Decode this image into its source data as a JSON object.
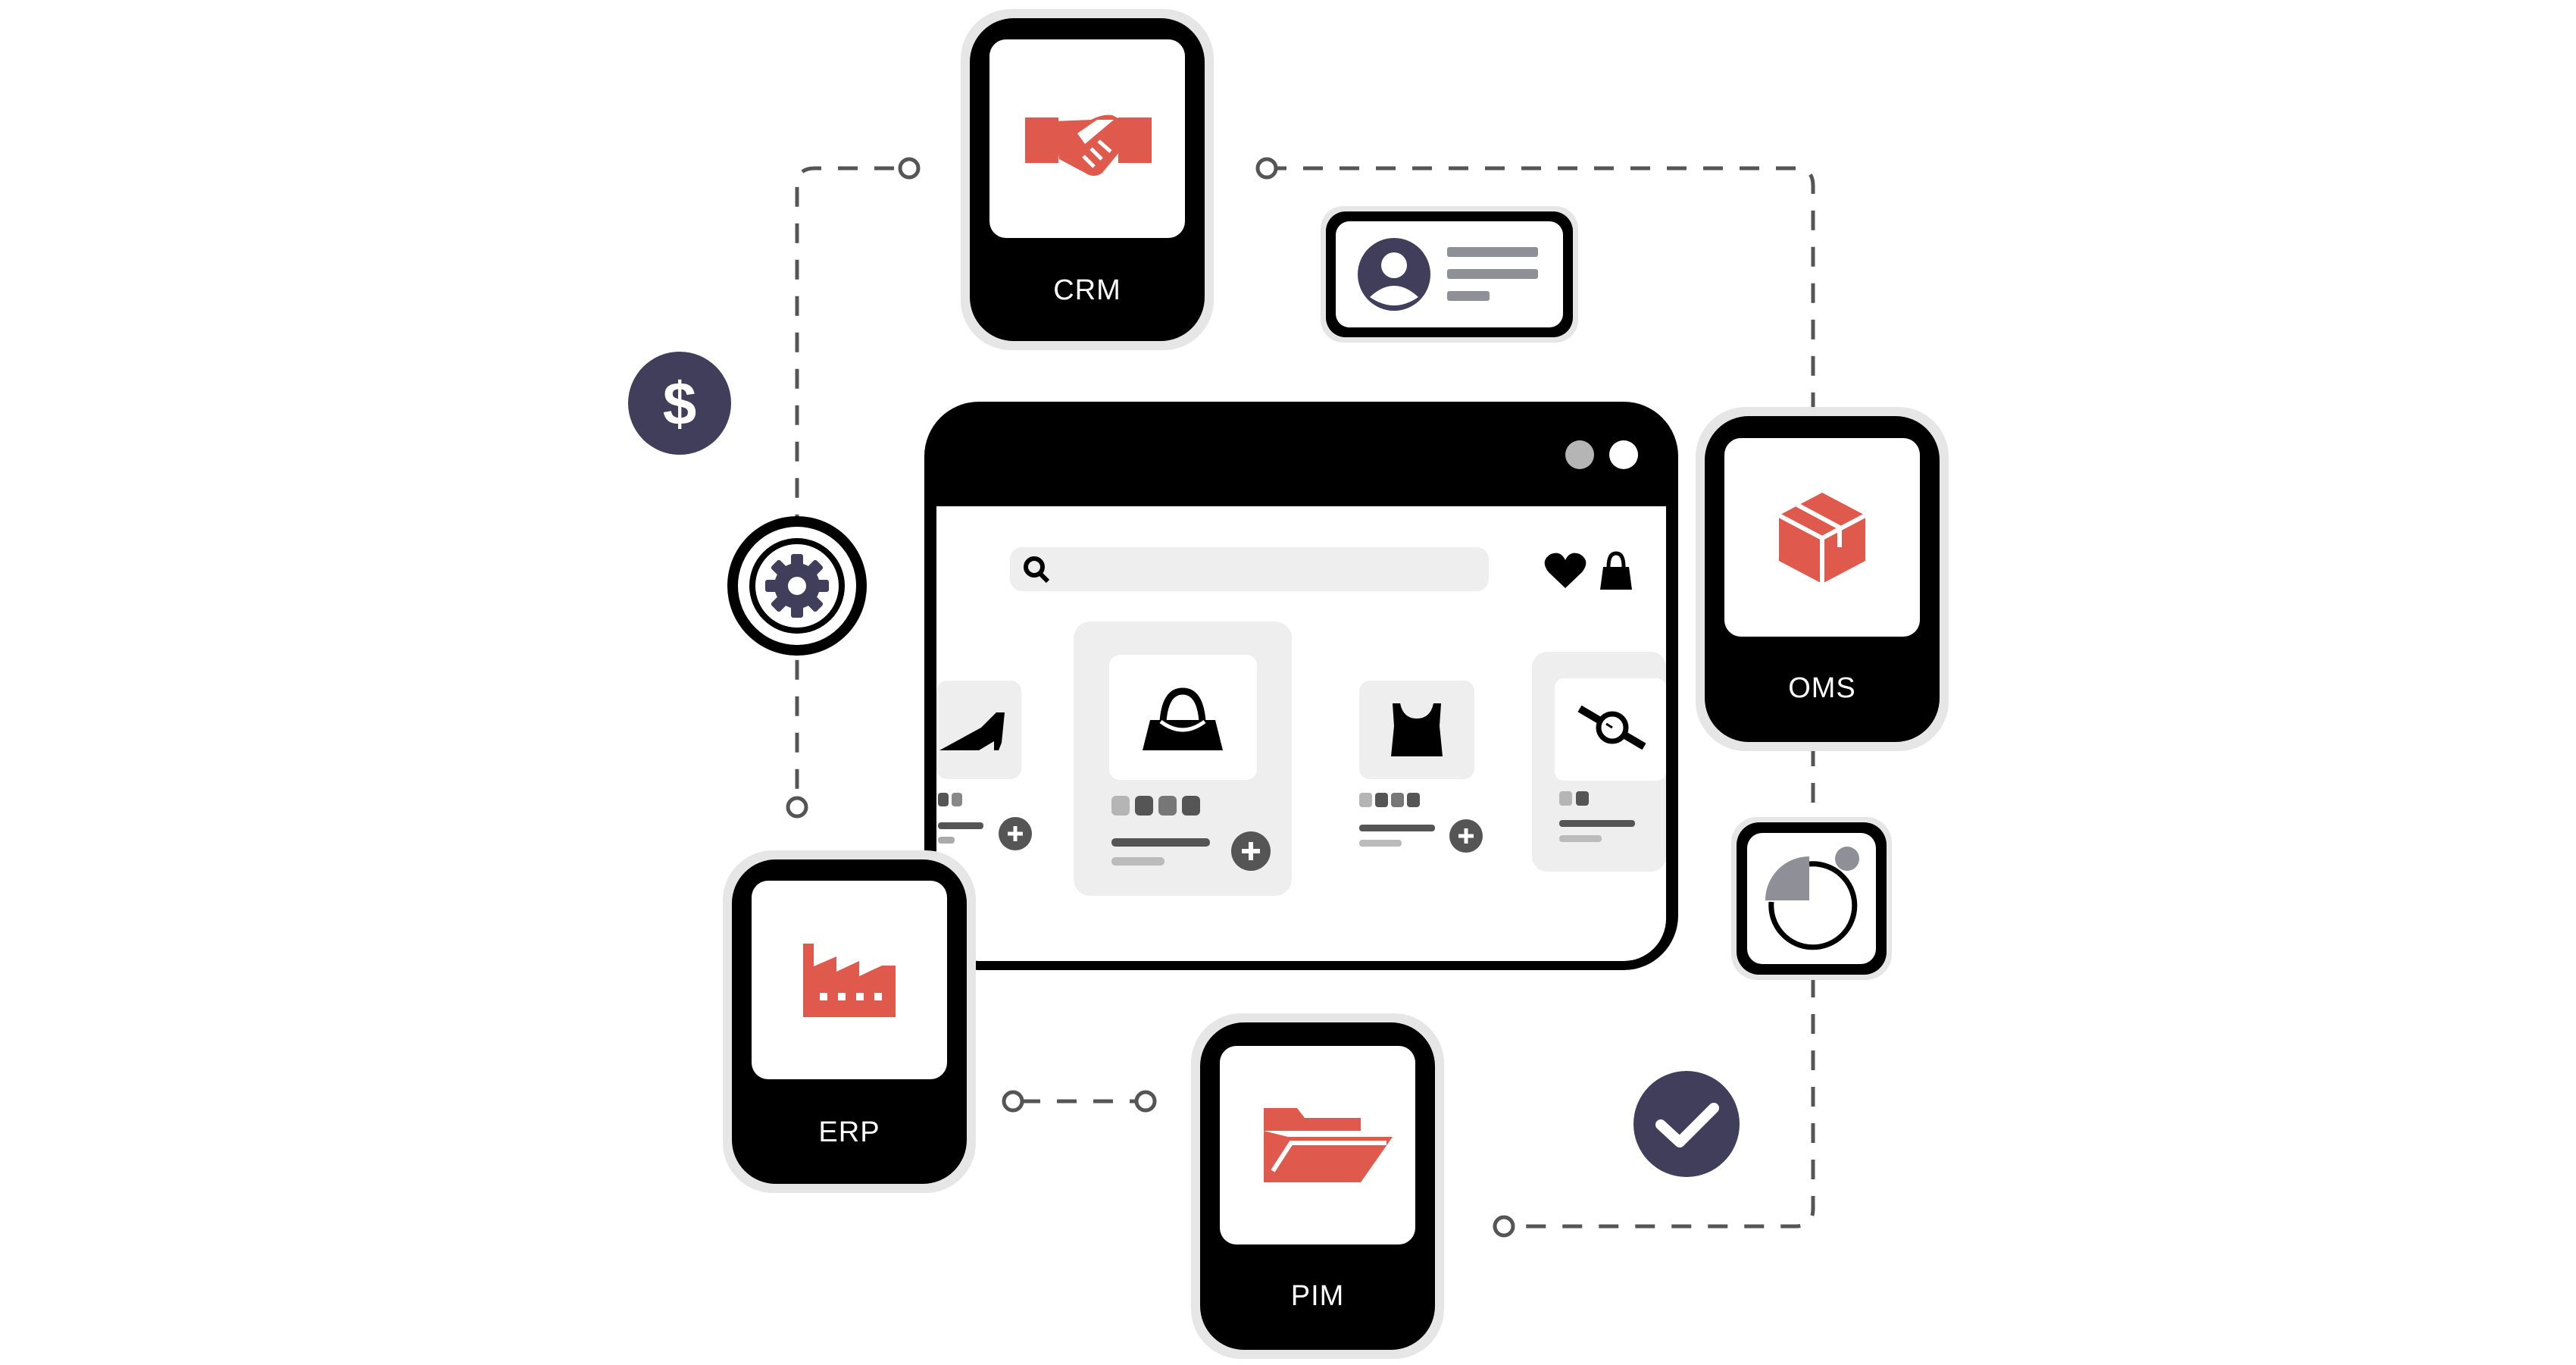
{
  "systems": {
    "crm": {
      "label": "CRM",
      "icon": "handshake-icon"
    },
    "oms": {
      "label": "OMS",
      "icon": "box-icon"
    },
    "erp": {
      "label": "ERP",
      "icon": "factory-icon"
    },
    "pim": {
      "label": "PIM",
      "icon": "folder-icon"
    }
  },
  "storefront": {
    "products": [
      {
        "icon": "shoe-icon"
      },
      {
        "icon": "handbag-icon"
      },
      {
        "icon": "top-icon"
      },
      {
        "icon": "watch-icon"
      }
    ]
  },
  "badges": [
    "dollar-icon",
    "gear-icon",
    "check-icon",
    "profile-card-icon",
    "pie-chart-icon"
  ],
  "colors": {
    "accent": "#df5a4c",
    "dark": "#000000",
    "indigo": "#413e5c",
    "frame": "#e6e6e6",
    "muted": "#8f8f97"
  }
}
